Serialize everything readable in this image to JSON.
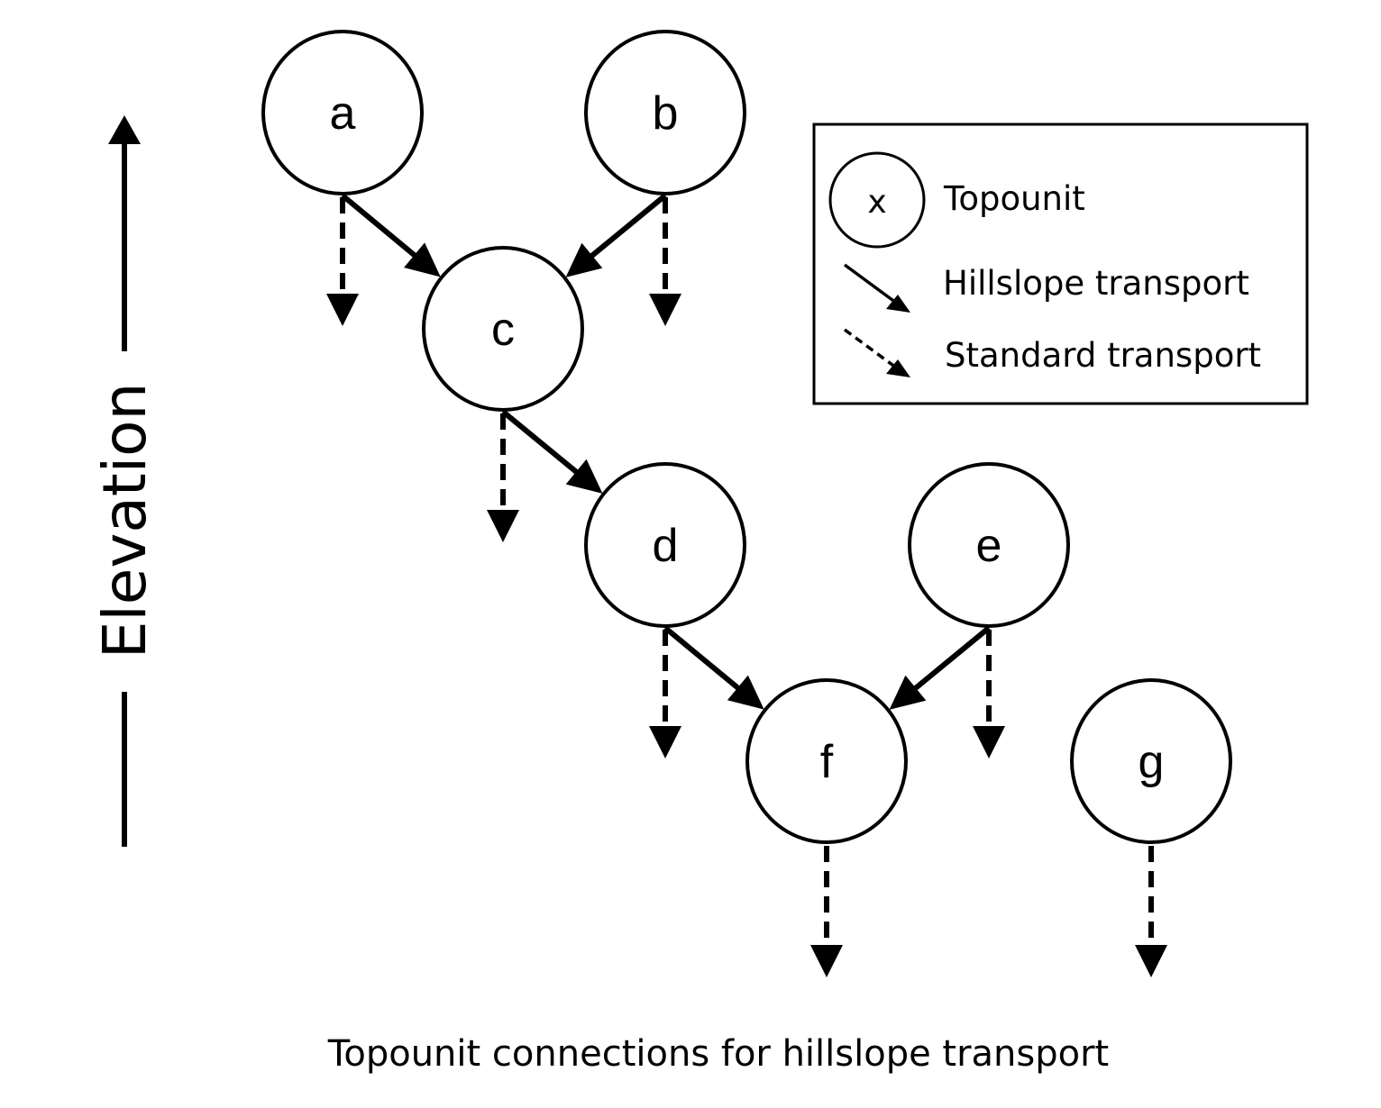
{
  "diagram": {
    "title": "Topounit connections for hillslope transport",
    "axis": {
      "label": "Elevation",
      "direction": "up"
    },
    "nodes": [
      {
        "id": "a",
        "label": "a"
      },
      {
        "id": "b",
        "label": "b"
      },
      {
        "id": "c",
        "label": "c"
      },
      {
        "id": "d",
        "label": "d"
      },
      {
        "id": "e",
        "label": "e"
      },
      {
        "id": "f",
        "label": "f"
      },
      {
        "id": "g",
        "label": "g"
      }
    ],
    "edges": [
      {
        "from": "a",
        "to": "c",
        "type": "hillslope"
      },
      {
        "from": "b",
        "to": "c",
        "type": "hillslope"
      },
      {
        "from": "c",
        "to": "d",
        "type": "hillslope"
      },
      {
        "from": "d",
        "to": "f",
        "type": "hillslope"
      },
      {
        "from": "e",
        "to": "f",
        "type": "hillslope"
      },
      {
        "from": "a",
        "to": null,
        "type": "standard"
      },
      {
        "from": "b",
        "to": null,
        "type": "standard"
      },
      {
        "from": "c",
        "to": null,
        "type": "standard"
      },
      {
        "from": "d",
        "to": null,
        "type": "standard"
      },
      {
        "from": "e",
        "to": null,
        "type": "standard"
      },
      {
        "from": "f",
        "to": null,
        "type": "standard"
      },
      {
        "from": "g",
        "to": null,
        "type": "standard"
      }
    ],
    "legend": {
      "items": [
        {
          "symbol": "topounit-node",
          "sample_label": "x",
          "label": "Topounit"
        },
        {
          "symbol": "solid-arrow",
          "label": "Hillslope transport"
        },
        {
          "symbol": "dashed-arrow",
          "label": "Standard transport"
        }
      ]
    },
    "colors": {
      "stroke": "#000000",
      "background": "#ffffff"
    }
  }
}
